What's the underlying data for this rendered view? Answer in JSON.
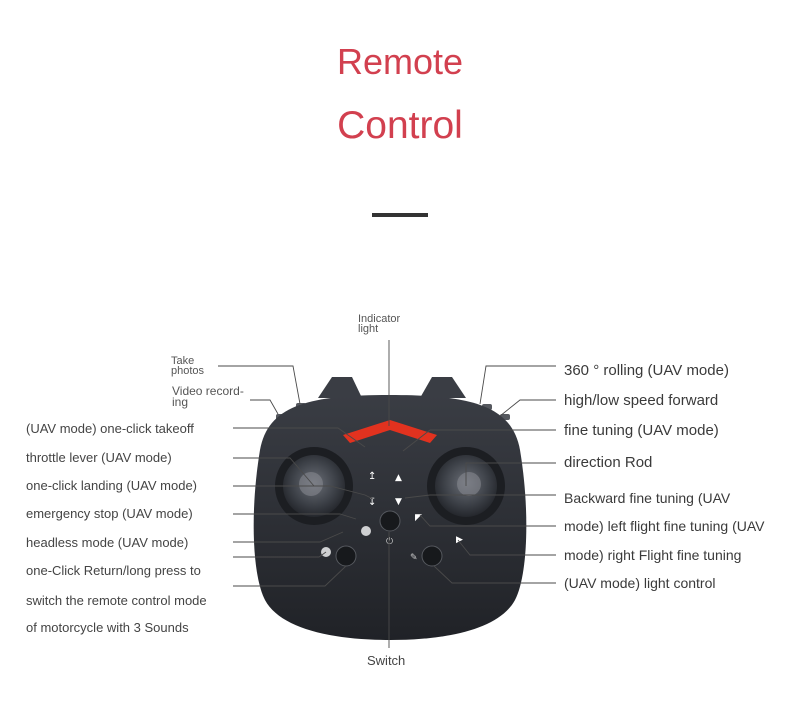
{
  "header": {
    "title_line1": "Remote",
    "title_line2": "Control"
  },
  "top_labels": {
    "indicator_line1": "Indicator",
    "indicator_line2": "light",
    "take_photos_line1": "Take",
    "take_photos_line2": "photos",
    "video_line1": "Video record-",
    "video_line2": "ing",
    "switch": "Switch"
  },
  "left_labels": [
    "(UAV mode) one-click takeoff",
    "throttle lever (UAV mode)",
    "one-click landing (UAV mode)",
    "emergency stop (UAV mode)",
    "headless mode (UAV mode)",
    "one-Click Return/long press to",
    "switch the remote control mode",
    "of motorcycle with 3 Sounds"
  ],
  "right_labels": [
    "360 ° rolling (UAV mode)",
    "high/low speed forward",
    "fine tuning (UAV mode)",
    "direction Rod",
    "Backward fine tuning (UAV",
    "mode) left flight fine tuning (UAV",
    "mode) right Flight fine tuning",
    "(UAV mode) light control"
  ],
  "colors": {
    "title": "#d2404f",
    "body": "#2a2d33",
    "indicator": "#e2321f"
  }
}
